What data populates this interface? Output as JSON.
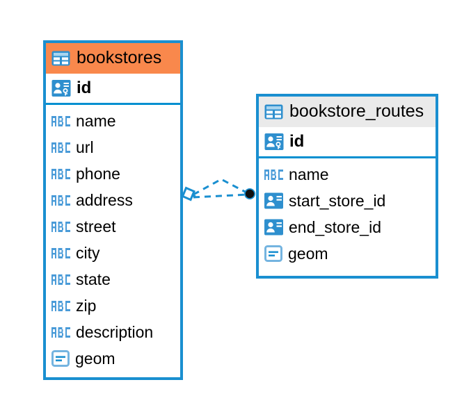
{
  "diagram": {
    "type": "entity-relationship-diagram",
    "background": "#ffffff",
    "colors": {
      "border": "#1a8fd0",
      "accent_header": "#f9884c",
      "neutral_header": "#eaeaea",
      "icon_blue": "#2e8fce",
      "abc_blue": "#4a9bd8",
      "connector": "#1a8fd0",
      "connector_endpoint": "#101010",
      "text": "#000000"
    },
    "entities": [
      {
        "name": "bookstores",
        "header_style": "accent",
        "table_icon": "table-icon",
        "primary_key": {
          "label": "id",
          "icon": "primary-key-icon"
        },
        "fields": [
          {
            "label": "name",
            "icon": "abc-text-icon",
            "type": "text"
          },
          {
            "label": "url",
            "icon": "abc-text-icon",
            "type": "text"
          },
          {
            "label": "phone",
            "icon": "abc-text-icon",
            "type": "text"
          },
          {
            "label": "address",
            "icon": "abc-text-icon",
            "type": "text"
          },
          {
            "label": "street",
            "icon": "abc-text-icon",
            "type": "text"
          },
          {
            "label": "city",
            "icon": "abc-text-icon",
            "type": "text"
          },
          {
            "label": "state",
            "icon": "abc-text-icon",
            "type": "text"
          },
          {
            "label": "zip",
            "icon": "abc-text-icon",
            "type": "text"
          },
          {
            "label": "description",
            "icon": "abc-text-icon",
            "type": "text"
          },
          {
            "label": "geom",
            "icon": "geometry-icon",
            "type": "geometry"
          }
        ]
      },
      {
        "name": "bookstore_routes",
        "header_style": "neutral",
        "table_icon": "table-icon",
        "primary_key": {
          "label": "id",
          "icon": "primary-key-icon"
        },
        "fields": [
          {
            "label": "name",
            "icon": "abc-text-icon",
            "type": "text"
          },
          {
            "label": "start_store_id",
            "icon": "foreign-key-icon",
            "type": "reference"
          },
          {
            "label": "end_store_id",
            "icon": "foreign-key-icon",
            "type": "reference"
          },
          {
            "label": "geom",
            "icon": "geometry-icon",
            "type": "geometry"
          }
        ]
      }
    ],
    "relationship": {
      "style": "dashed",
      "source_entity": "bookstores",
      "target_entity": "bookstore_routes",
      "source_marker": "diamond-marker",
      "target_marker": "filled-circle-marker",
      "branch_count": 2
    }
  }
}
